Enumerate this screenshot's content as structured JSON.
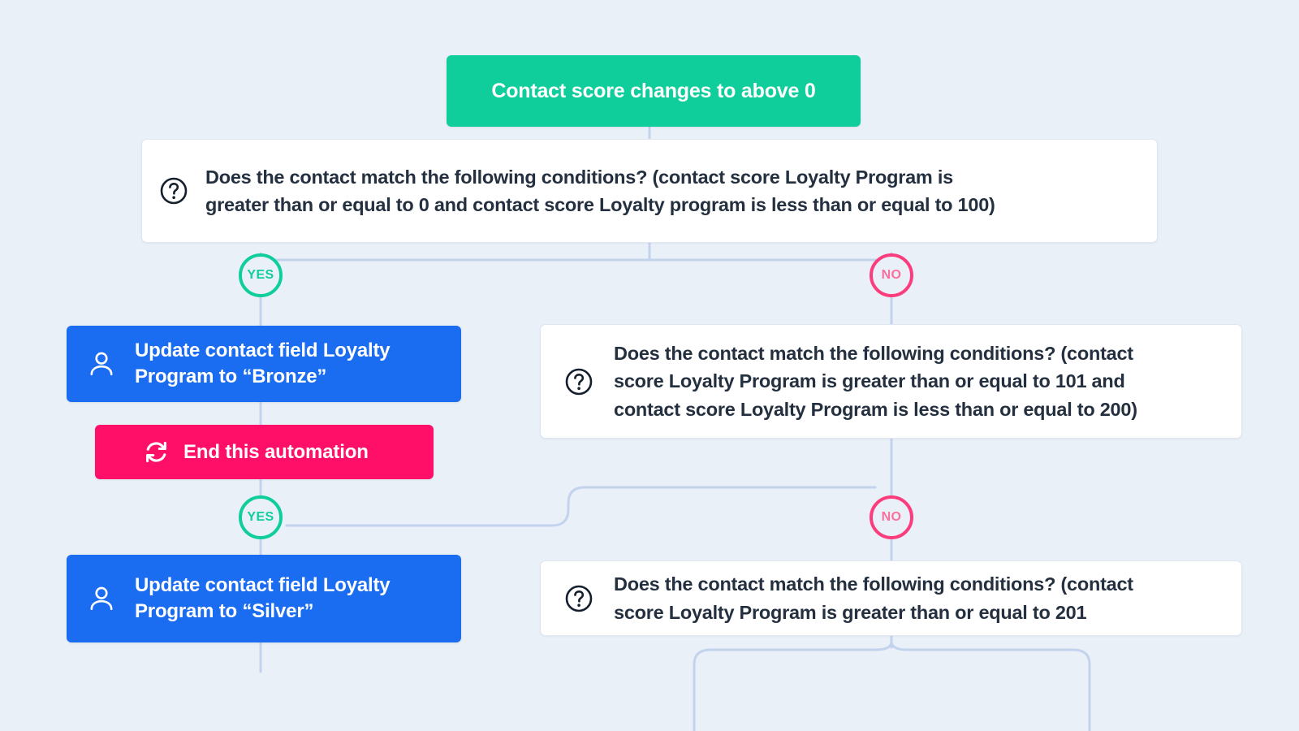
{
  "canvas": {
    "background_color": "#eaf0f8",
    "connector_color": "#c3d3ee"
  },
  "colors": {
    "trigger_green": "#10ce9c",
    "action_blue": "#1a6cf0",
    "end_pink": "#ff0f68",
    "condition_white": "#ffffff",
    "text_dark": "#24303f",
    "yes_green": "#10ce9c",
    "no_pink": "#fb3d7e"
  },
  "flow": {
    "trigger": {
      "id": "trigger-contact-score",
      "label": "Contact score changes to above 0",
      "type": "trigger"
    },
    "conditions": [
      {
        "id": "condition-1",
        "icon": "question-mark-icon",
        "line_1": "Does the contact match the following conditions? (contact score Loyalty Program is",
        "line_2": "greater than or equal to 0 and contact score Loyalty program is less than or equal to 100)",
        "text": "Does the contact match the following conditions? (contact score Loyalty Program is greater than or equal to 0 and contact score Loyalty program is less than or equal to 100)"
      },
      {
        "id": "condition-2",
        "icon": "question-mark-icon",
        "line_1": "Does the contact match the following conditions? (contact",
        "line_2": "score Loyalty Program is greater than or equal to 101 and",
        "line_3": "contact score Loyalty Program is less than or equal to 200)",
        "text": "Does the contact match the following conditions? (contact score Loyalty Program is greater than or equal to 101 and contact score Loyalty Program is less than or equal to 200)"
      },
      {
        "id": "condition-3",
        "icon": "question-mark-icon",
        "line_1": "Does the contact match the following conditions? (contact",
        "line_2": "score Loyalty Program is greater than or equal to 201",
        "text": "Does the contact match the following conditions? (contact score Loyalty Program is greater than or equal to 201"
      }
    ],
    "actions": [
      {
        "id": "action-bronze",
        "icon": "person-icon",
        "line_1": "Update contact field Loyalty",
        "line_2": "Program to “Bronze”",
        "text": "Update contact field Loyalty Program to “Bronze”"
      },
      {
        "id": "action-silver",
        "icon": "person-icon",
        "line_1": "Update contact field Loyalty",
        "line_2": "Program to “Silver”",
        "text": "Update contact field Loyalty Program to “Silver”"
      }
    ],
    "end_nodes": [
      {
        "id": "end-automation-1",
        "icon": "sync-icon",
        "label": "End this automation"
      }
    ],
    "branch_badges": [
      {
        "id": "badge-yes-1",
        "label": "YES",
        "branch": "yes"
      },
      {
        "id": "badge-no-1",
        "label": "NO",
        "branch": "no"
      },
      {
        "id": "badge-yes-2",
        "label": "YES",
        "branch": "yes"
      },
      {
        "id": "badge-no-2",
        "label": "NO",
        "branch": "no"
      }
    ]
  }
}
